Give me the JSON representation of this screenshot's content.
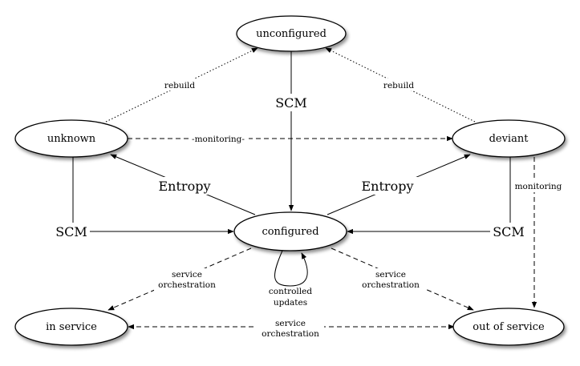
{
  "nodes": {
    "unconfigured": "unconfigured",
    "unknown": "unknown",
    "deviant": "deviant",
    "configured": "configured",
    "in_service": "in service",
    "out_of_service": "out of service"
  },
  "edge_labels": {
    "rebuild_left": "rebuild",
    "rebuild_right": "rebuild",
    "monitoring_top": "-monitoring-",
    "monitoring_right": "monitoring",
    "scm_center": "SCM",
    "scm_left": "SCM",
    "scm_right": "SCM",
    "entropy_left": "Entropy",
    "entropy_right": "Entropy",
    "controlled_1": "controlled",
    "controlled_2": "updates",
    "orch_left_1": "service",
    "orch_left_2": "orchestration",
    "orch_right_1": "service",
    "orch_right_2": "orchestration",
    "orch_bottom_1": "service",
    "orch_bottom_2": "orchestration"
  }
}
